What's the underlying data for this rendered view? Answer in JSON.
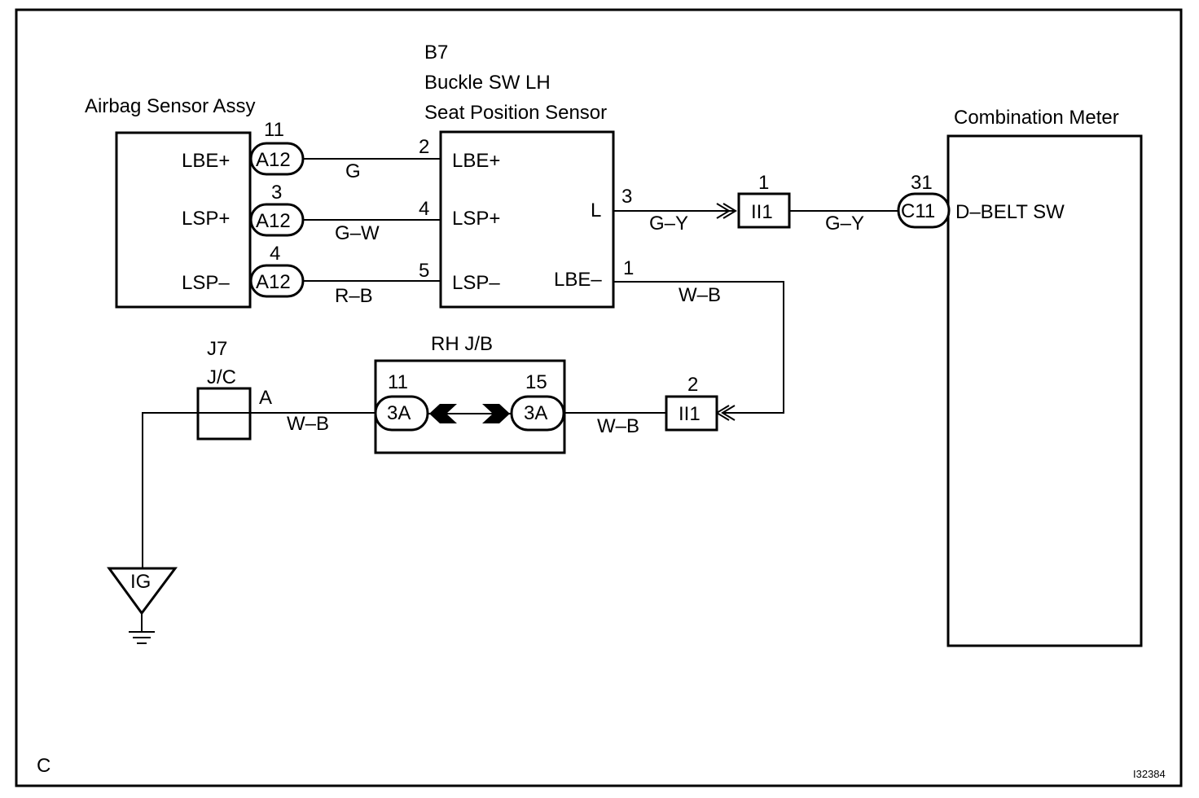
{
  "corner_label": "C",
  "figure_id": "I32384",
  "airbag": {
    "title": "Airbag Sensor Assy",
    "pins": [
      "LBE+",
      "LSP+",
      "LSP–"
    ],
    "connector": "A12",
    "pin_numbers": [
      "11",
      "3",
      "4"
    ]
  },
  "buckle": {
    "code": "B7",
    "title_line1": "Buckle SW LH",
    "title_line2": "Seat Position Sensor",
    "pins_left": [
      "LBE+",
      "LSP+",
      "LSP–"
    ],
    "pin_right_top": "L",
    "pin_right_bottom": "LBE–",
    "pin_numbers_left": [
      "2",
      "4",
      "5"
    ],
    "pin_number_right_top": "3",
    "pin_number_right_bottom": "1"
  },
  "wires": {
    "w1": "G",
    "w2": "G–W",
    "w3": "R–B",
    "w4": "G–Y",
    "w5": "G–Y",
    "w6": "W–B",
    "w7": "W–B",
    "w8": "W–B"
  },
  "ii1_top": {
    "label": "II1",
    "pin": "1"
  },
  "ii1_bottom": {
    "label": "II1",
    "pin": "2"
  },
  "meter": {
    "title": "Combination Meter",
    "connector": "C11",
    "pin_number": "31",
    "pin_label": "D–BELT SW"
  },
  "rh_jb": {
    "title": "RH J/B",
    "left_connector": "3A",
    "right_connector": "3A",
    "left_pin": "11",
    "right_pin": "15"
  },
  "jc": {
    "code": "J7",
    "title": "J/C",
    "terminal": "A"
  },
  "ground": {
    "label": "IG"
  }
}
